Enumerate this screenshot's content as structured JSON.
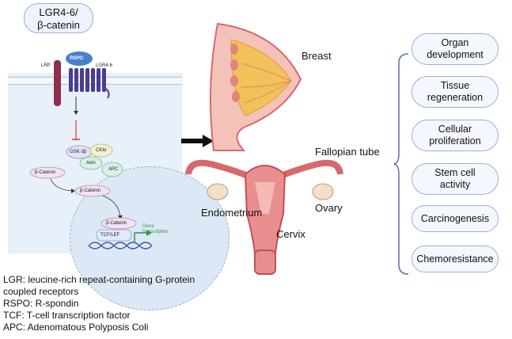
{
  "pathway": {
    "title_line1": "LGR4-6/",
    "title_line2": "β-catenin",
    "lrp": "LRP",
    "rspo": "RSPO",
    "lgr": "LGR4-6",
    "gsk": "GSK-3β",
    "ck": "CKIα",
    "axin": "Axin",
    "apc": "APC",
    "bcat1": "β-Catenin",
    "bcat2": "β-Catenin",
    "bcat3": "β-Catenin",
    "tcf": "TCF/LEF",
    "gene1": "Gene",
    "gene2": "transcription"
  },
  "organs": {
    "breast": "Breast",
    "fallopian": "Fallopian tube",
    "endometrium": "Endometrium",
    "ovary": "Ovary",
    "cervix": "Cervix"
  },
  "functions": [
    {
      "line1": "Organ",
      "line2": "development"
    },
    {
      "line1": "Tissue",
      "line2": "regeneration"
    },
    {
      "line1": "Cellular",
      "line2": "proliferation"
    },
    {
      "line1": "Stem cell",
      "line2": "activity"
    },
    {
      "line1": "Carcinogenesis",
      "line2": ""
    },
    {
      "line1": "Chemoresistance",
      "line2": ""
    }
  ],
  "legend": {
    "lgr": "LGR: leucine-rich repeat-containing G-protein coupled receptors",
    "rspo": "RSPO: R-spondin",
    "tcf": "TCF: T-cell transcription factor",
    "apc": "APC: Adenomatous Polyposis Coli"
  },
  "colors": {
    "cell": "#e8f0fa",
    "receptor": "#4a3d8f",
    "lrp": "#8c2f4a",
    "rspo": "#4a7fd0",
    "pill_border": "#9ab0d8",
    "tissue": "#d9686e",
    "fat": "#f2c15a"
  }
}
